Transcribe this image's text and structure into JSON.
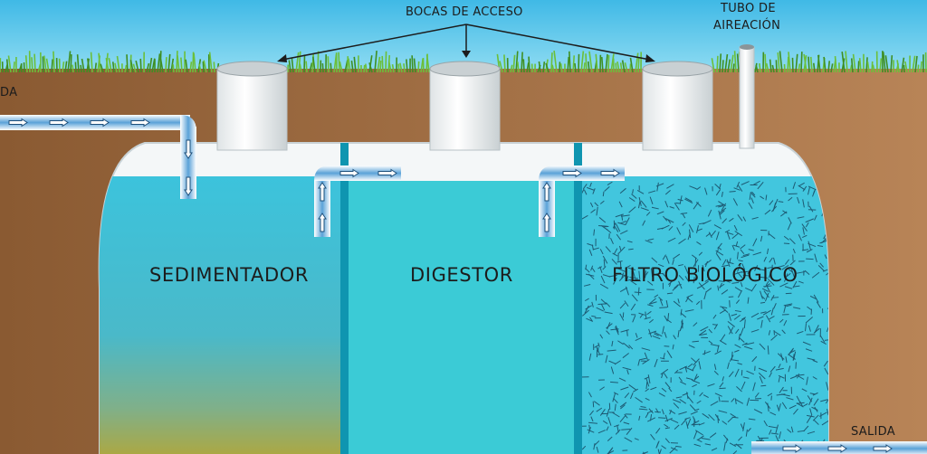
{
  "labels": {
    "access_ports": "BOCAS DE ACCESO",
    "aeration_tube_line1": "TUBO DE",
    "aeration_tube_line2": "AIREACIÓN",
    "inlet": "DA",
    "outlet": "SALIDA",
    "chamber_1": "SEDIMENTADOR",
    "chamber_2": "DIGESTOR",
    "chamber_3": "FILTRO BIOLÓGICO"
  },
  "colors": {
    "sky": "#4fc3e8",
    "soil": "#8a5a32",
    "grass": "#4e9e2a",
    "tank_shell": "#f4f7f8",
    "sediment_water_top": "#3cc3dc",
    "sediment_bottom": "#a8a83a",
    "digester_water": "#3bcbd6",
    "filter_water": "#42c6de",
    "divider": "#0f95b0",
    "pipe": "#5aa2d8"
  },
  "icons": [
    "flow-arrow-icon"
  ]
}
